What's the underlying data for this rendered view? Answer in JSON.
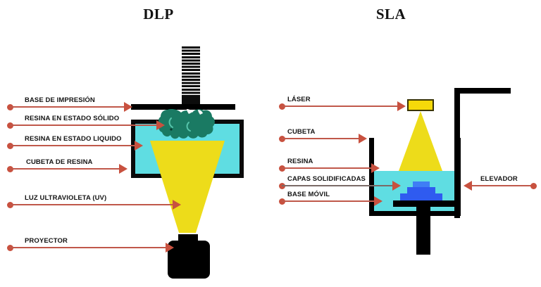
{
  "diagram": {
    "type": "diagram",
    "subject": "Comparison of DLP and SLA resin 3D printing technologies",
    "language": "es",
    "background_color": "#ffffff",
    "panels": [
      {
        "id": "dlp",
        "title": "DLP",
        "labels": [
          "BASE DE IMPRESIÓN",
          "RESINA EN ESTADO SÓLIDO",
          "RESINA EN ESTADO LIQUIDO",
          "CUBETA DE RESINA",
          "LUZ ULTRAVIOLETA (UV)",
          "PROYECTOR"
        ]
      },
      {
        "id": "sla",
        "title": "SLA",
        "labels": [
          "LÁSER",
          "CUBETA",
          "RESINA",
          "CAPAS SOLIDIFICADAS",
          "BASE MÓVIL",
          "ELEVADOR"
        ]
      }
    ]
  },
  "dlp": {
    "title": "DLP",
    "callouts": [
      {
        "label": "BASE DE IMPRESIÓN",
        "direction": "ltr"
      },
      {
        "label": "RESINA EN ESTADO SÓLIDO",
        "direction": "ltr"
      },
      {
        "label": "RESINA EN ESTADO LIQUIDO",
        "direction": "ltr"
      },
      {
        "label": "CUBETA DE RESINA",
        "direction": "ltr"
      },
      {
        "label": "LUZ ULTRAVIOLETA (UV)",
        "direction": "ltr"
      },
      {
        "label": "PROYECTOR",
        "direction": "ltr"
      }
    ],
    "parts": {
      "lead_screw": "lead-screw",
      "build_plate": "build-plate",
      "cured_model": "cured-resin-model",
      "resin_vat": "resin-vat",
      "liquid_resin": "liquid-resin",
      "uv_light_cone": "uv-light-cone",
      "projector": "projector"
    }
  },
  "sla": {
    "title": "SLA",
    "callouts": [
      {
        "label": "LÁSER",
        "direction": "ltr"
      },
      {
        "label": "CUBETA",
        "direction": "ltr"
      },
      {
        "label": "RESINA",
        "direction": "ltr"
      },
      {
        "label": "CAPAS SOLIDIFICADAS",
        "direction": "ltr"
      },
      {
        "label": "BASE MÓVIL",
        "direction": "ltr"
      },
      {
        "label": "ELEVADOR",
        "direction": "rtl"
      }
    ],
    "parts": {
      "laser_emitter": "laser-emitter",
      "laser_beam": "laser-beam-cone",
      "vat": "resin-vat",
      "resin": "liquid-resin",
      "solidified_layers": "solidified-layers",
      "build_platform": "movable-build-platform",
      "elevator_arm": "elevator-arm"
    }
  },
  "palette": {
    "resin_cyan": "#5fdde2",
    "uv_yellow": "#eddc1a",
    "laser_yellow": "#f5d90a",
    "model_teal": "#1a7a63",
    "layers_blue": "#2f5bf0",
    "arrow_red": "#c8513f",
    "arrow_line": "#c0584a",
    "gray_line": "#7a6a66",
    "black": "#000000",
    "text": "#141414"
  }
}
